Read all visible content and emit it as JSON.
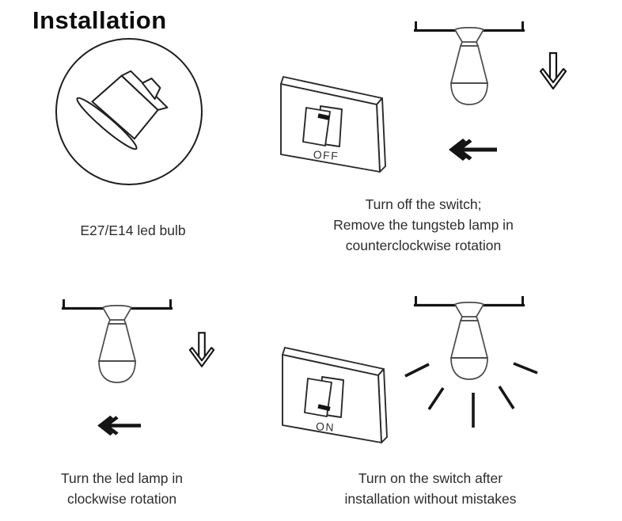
{
  "title": "Installation",
  "intro": {
    "caption": "E27/E14 led bulb"
  },
  "step_off": {
    "switch_label": "OFF",
    "lines": [
      "Turn off the switch;",
      "Remove the tungsteb lamp in",
      "counterclockwise rotation"
    ]
  },
  "step_led": {
    "lines": [
      "Turn the led lamp in",
      "clockwise rotation"
    ]
  },
  "step_on": {
    "switch_label": "ON",
    "lines": [
      "Turn on the switch after",
      "installation without mistakes"
    ]
  },
  "icons": {
    "led-downlight-icon": "angled recessed LED downlight line drawing in circle",
    "ceiling-bulb-icon": "bulb hanging from ceiling line drawing",
    "down-arrow-icon": "outlined downward arrow",
    "left-arrow-icon": "solid black leftward arrow with double chevron",
    "wall-switch-icon": "3D wall plate with rocker switch",
    "light-rays-icon": "five radiating light rays"
  },
  "colors": {
    "ink": "#141414",
    "soft_line": "#4a4a4a",
    "switch_line": "#2a2a2a",
    "text": "#2d2d2d",
    "background": "#ffffff"
  }
}
